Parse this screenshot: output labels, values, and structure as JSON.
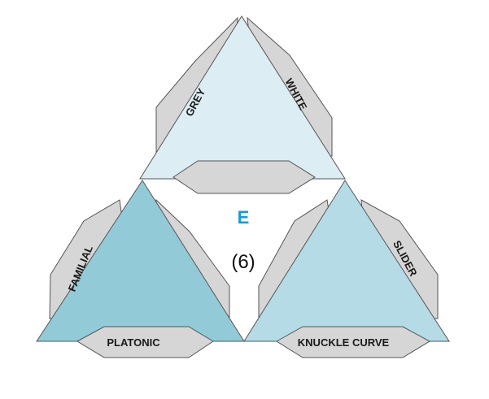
{
  "center": {
    "letter": "E",
    "count": "(6)"
  },
  "triangles": {
    "top": {
      "left_label": "GREY",
      "right_label": "WHITE",
      "bottom_label": ""
    },
    "bottom_left": {
      "left_label": "FAMILIAL",
      "right_label": "",
      "bottom_label": "PLATONIC"
    },
    "bottom_right": {
      "left_label": "",
      "right_label": "SLIDER",
      "bottom_label": "KNUCKLE CURVE"
    }
  },
  "colors": {
    "top_fill": "#dcedf4",
    "bottom_left_fill": "#92cad8",
    "bottom_right_fill": "#b5dbe6",
    "flap_fill": "#d6d6d6",
    "stroke": "#555555",
    "center_letter": "#1a9ad6"
  }
}
